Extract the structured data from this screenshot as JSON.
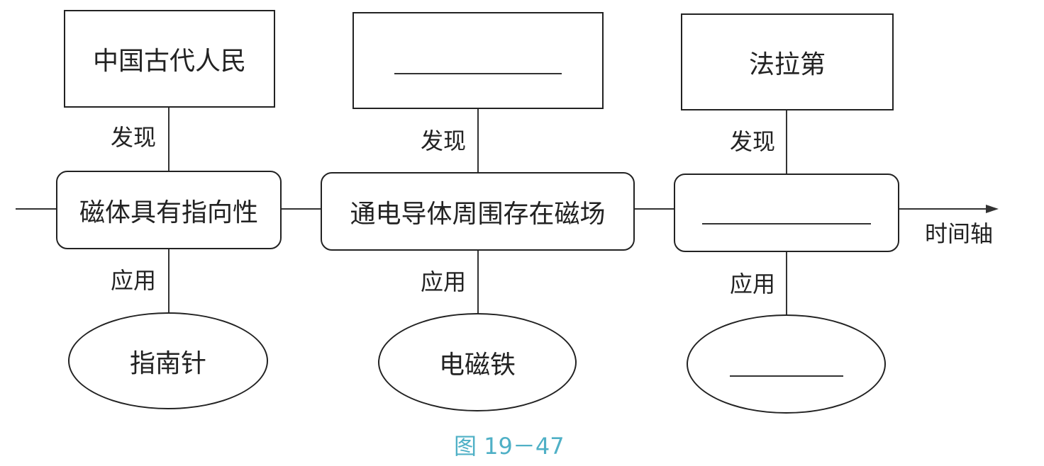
{
  "columns": [
    {
      "id": "col1",
      "discoverer": "中国古代人民",
      "discover_label": "发现",
      "discovery": "磁体具有指向性",
      "apply_label": "应用",
      "application": "指南针"
    },
    {
      "id": "col2",
      "discoverer": "",
      "discover_label": "发现",
      "discovery": "通电导体周围存在磁场",
      "apply_label": "应用",
      "application": "电磁铁"
    },
    {
      "id": "col3",
      "discoverer": "法拉第",
      "discover_label": "发现",
      "discovery": "",
      "apply_label": "应用",
      "application": ""
    }
  ],
  "axis_label": "时间轴",
  "caption": "图 19－47"
}
